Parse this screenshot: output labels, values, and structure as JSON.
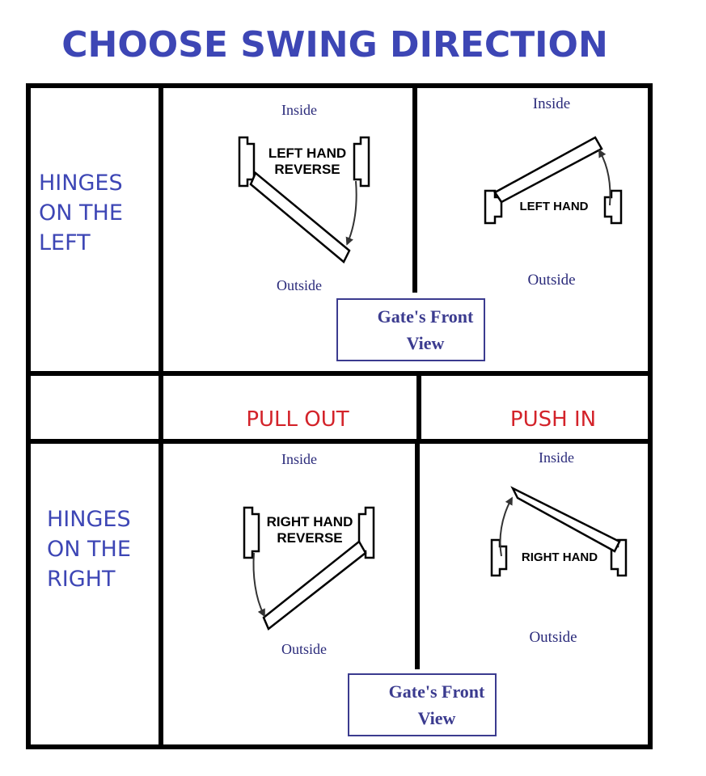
{
  "title": "CHOOSE SWING DIRECTION",
  "rows": {
    "left": [
      "HINGES",
      "ON THE",
      "LEFT"
    ],
    "right": [
      "HINGES",
      "ON THE",
      "RIGHT"
    ]
  },
  "columns": {
    "pull": "PULL OUT",
    "push": "PUSH IN"
  },
  "cells": {
    "left_hand_reverse": {
      "inside": "Inside",
      "outside": "Outside",
      "label": [
        "LEFT HAND",
        "REVERSE"
      ]
    },
    "left_hand": {
      "inside": "Inside",
      "outside": "Outside",
      "label": [
        "LEFT HAND"
      ]
    },
    "right_hand_reverse": {
      "inside": "Inside",
      "outside": "Outside",
      "label": [
        "RIGHT HAND",
        "REVERSE"
      ]
    },
    "right_hand": {
      "inside": "Inside",
      "outside": "Outside",
      "label": [
        "RIGHT HAND"
      ]
    }
  },
  "legend": [
    "Gate's Front",
    "View"
  ],
  "colors": {
    "title": "#3d46b5",
    "row_label": "#3d46b5",
    "column_label": "#d3232a",
    "small_text": "#2a2a7a",
    "legend_text": "#3b3b8f",
    "grid": "#000000"
  },
  "icons": [
    "person-icon",
    "gate-post-icon",
    "swing-arrow-icon"
  ]
}
